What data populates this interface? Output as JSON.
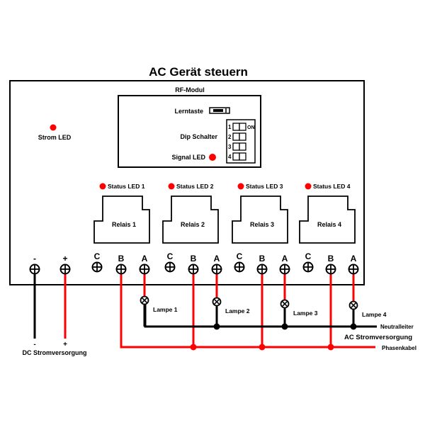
{
  "title": "AC Gerät steuern",
  "rf_module": {
    "label": "RF-Modul",
    "learn_button_label": "Lerntaste",
    "dip_switch_label": "Dip Schalter",
    "dip_on_label": "ON",
    "dip_numbers": [
      "1",
      "2",
      "3",
      "4"
    ],
    "signal_led_label": "Signal LED"
  },
  "power_led_label": "Strom LED",
  "relays": [
    {
      "led_label": "Status LED 1",
      "label": "Relais 1"
    },
    {
      "led_label": "Status LED 2",
      "label": "Relais 2"
    },
    {
      "led_label": "Status LED 3",
      "label": "Relais 3"
    },
    {
      "led_label": "Status LED 4",
      "label": "Relais 4"
    }
  ],
  "terminals": [
    "-",
    "+",
    "C",
    "B",
    "A",
    "C",
    "B",
    "A",
    "C",
    "B",
    "A",
    "C",
    "B",
    "A"
  ],
  "lamps": [
    "Lampe 1",
    "Lampe 2",
    "Lampe 3",
    "Lampe 4"
  ],
  "dc_supply": {
    "minus": "-",
    "plus": "+",
    "label": "DC Stromversorgung"
  },
  "ac_supply": {
    "neutral_label": "Neutralleiter",
    "label": "AC Stromversorgung",
    "phase_label": "Phasenkabel"
  },
  "colors": {
    "led": "#ff0000",
    "wire_red": "#ff0000",
    "wire_black": "#000000"
  }
}
